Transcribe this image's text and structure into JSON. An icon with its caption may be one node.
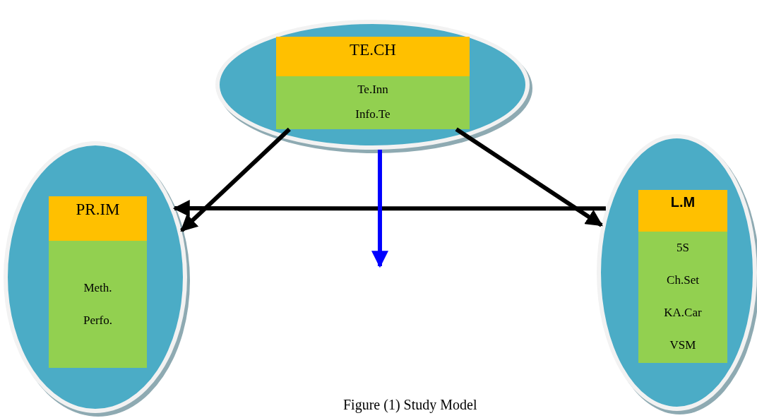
{
  "diagram": {
    "caption": "Figure (1) Study Model",
    "nodes": [
      {
        "text": [],
        "shape": "ellipse"
      },
      {
        "text": [
          "TE.CH",
          "Te.Inn",
          "Info.Te"
        ],
        "in": 0
      },
      {
        "text": [],
        "shape": "ellipse"
      },
      {
        "text": [
          "PR.IM",
          "Meth.",
          "Perfo."
        ],
        "in": 2
      },
      {
        "text": [],
        "shape": "ellipse"
      },
      {
        "text": [
          "L.M",
          "5S",
          "Ch.Set",
          "KA.Car",
          "VSM"
        ],
        "in": 4
      }
    ],
    "edges": [
      {
        "from": 1,
        "to": 2,
        "arrow": "to"
      },
      {
        "from": 1,
        "to": 4,
        "arrow": "to"
      },
      {
        "from": 4,
        "to": 2,
        "arrow": "to"
      },
      {
        "from": 0,
        "to": null,
        "arrow": "to",
        "color": "#0000ff"
      }
    ]
  }
}
